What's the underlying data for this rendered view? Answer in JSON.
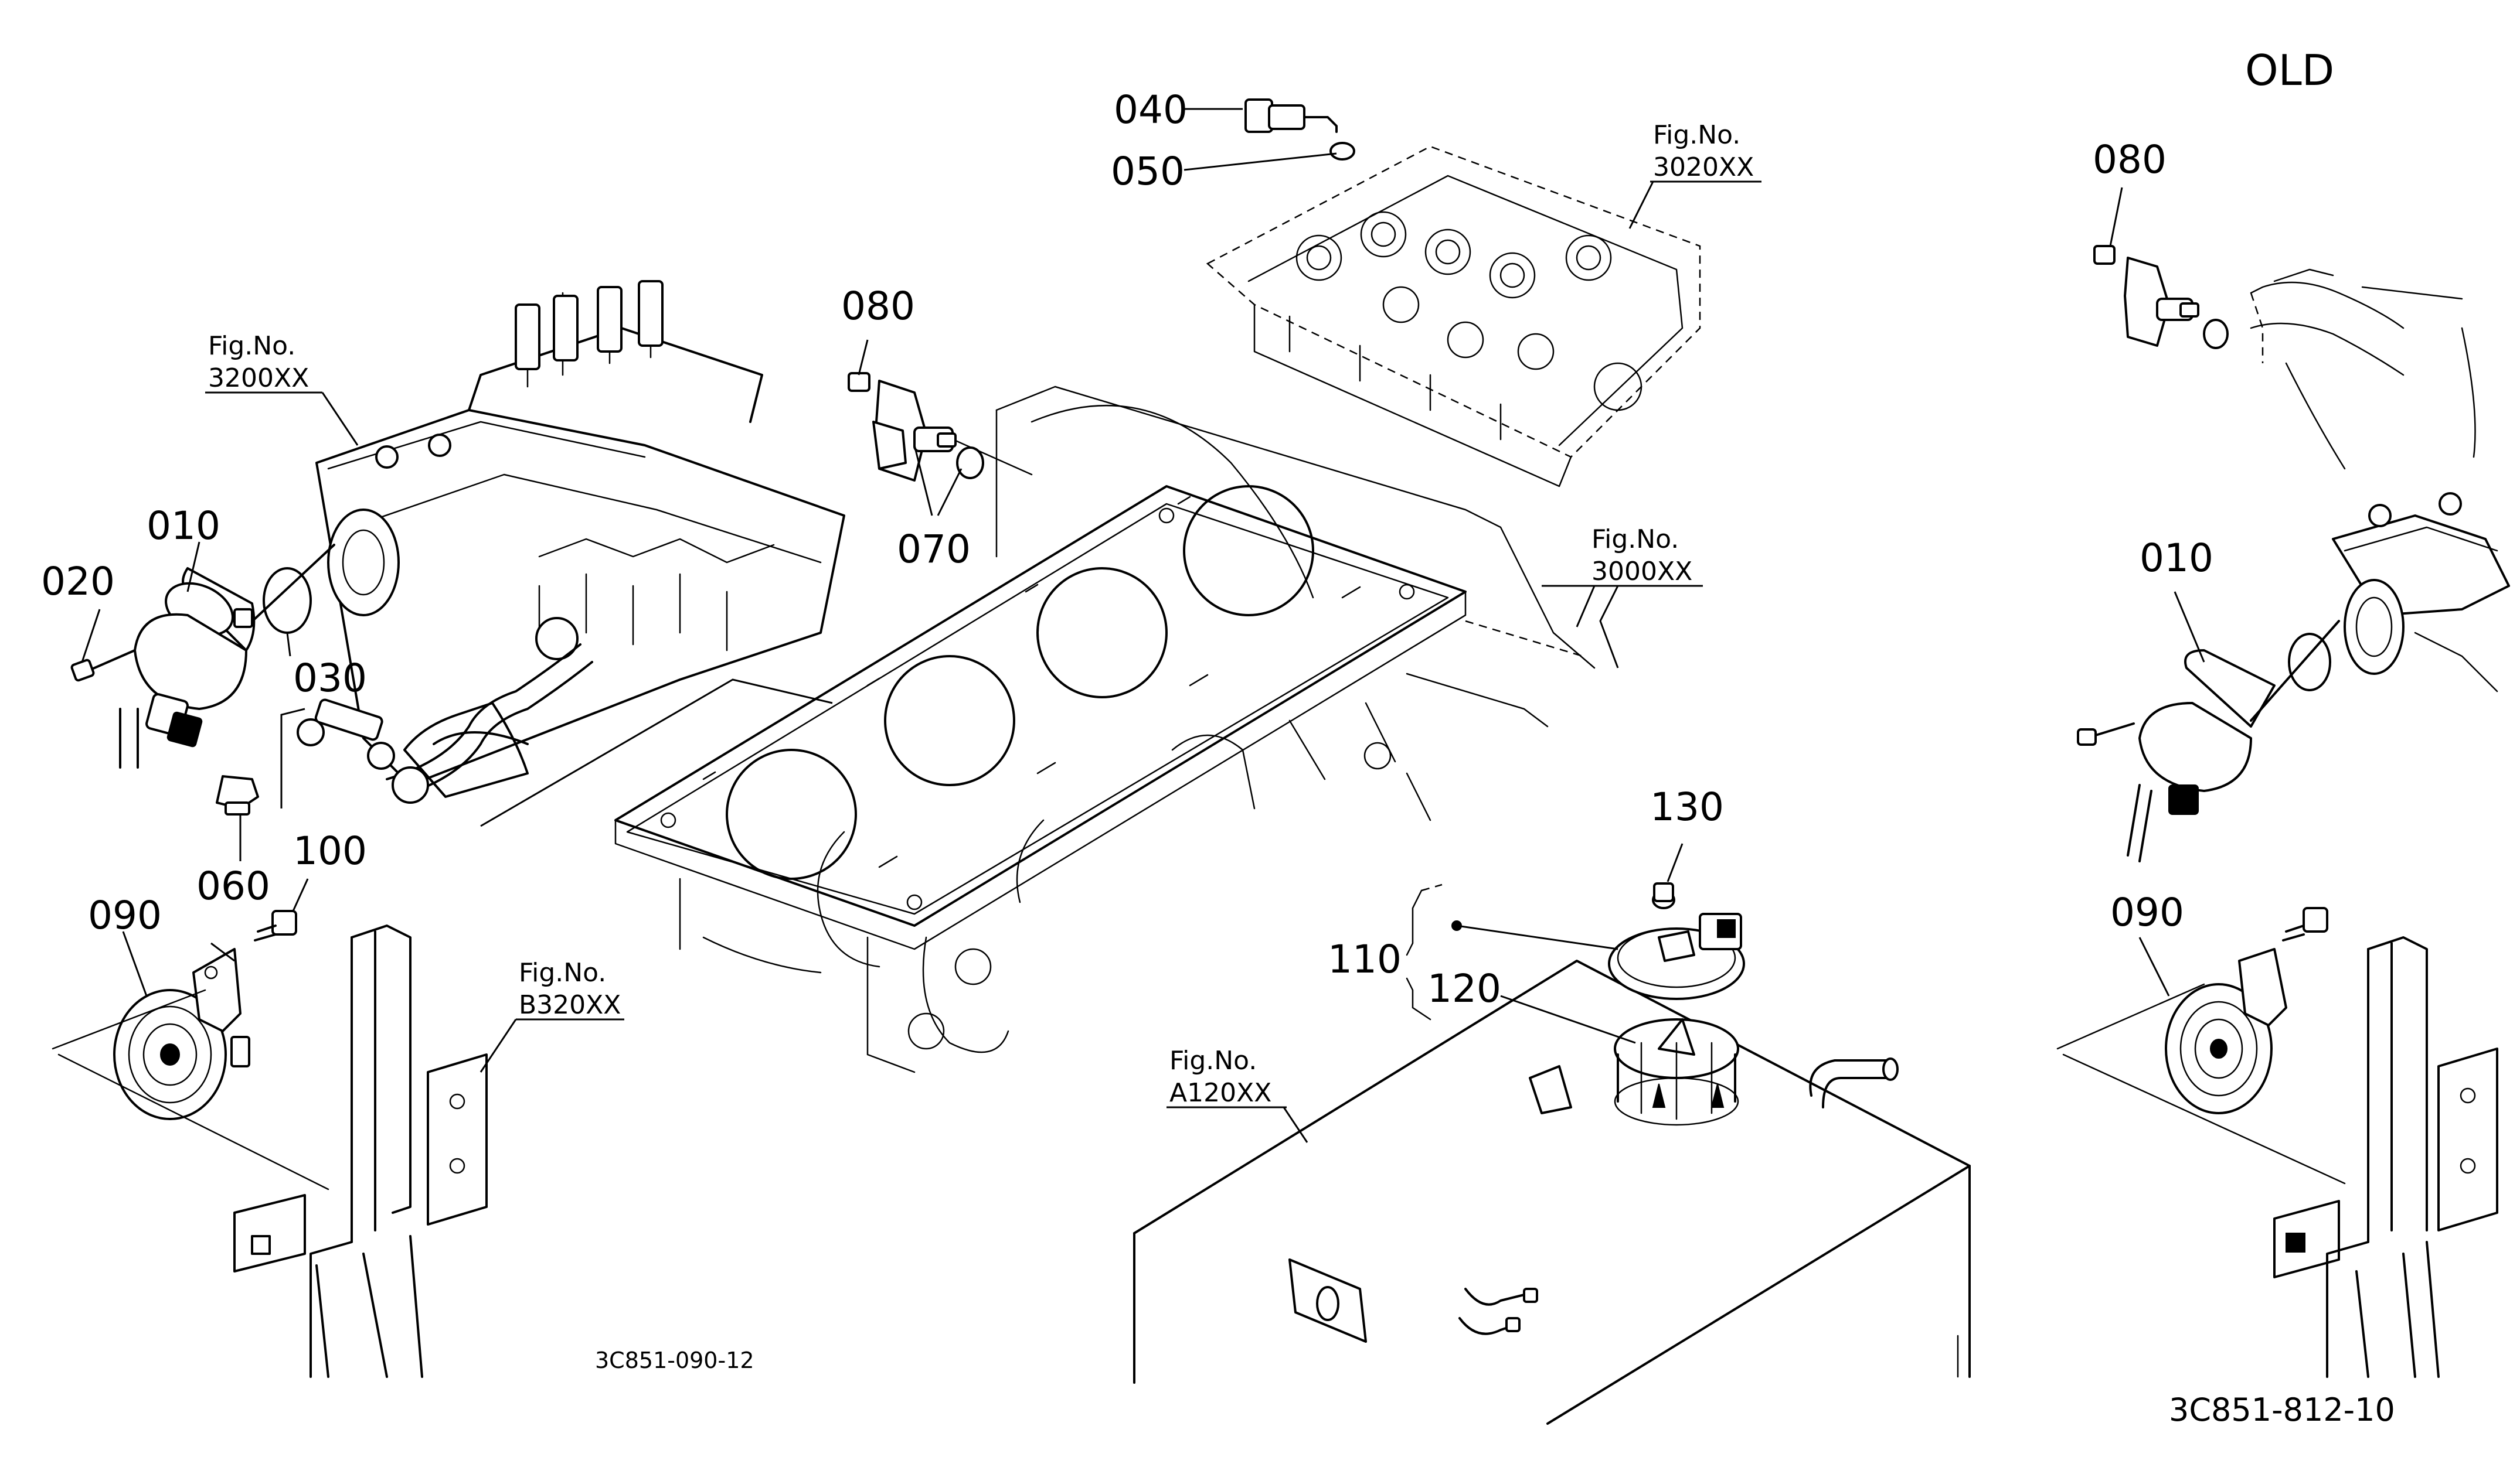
{
  "title": "OLD",
  "drawing_codes": {
    "current": "3C851-090-12",
    "old": "3C851-812-10"
  },
  "callouts": {
    "c010": "010",
    "c020": "020",
    "c030": "030",
    "c040": "040",
    "c050": "050",
    "c060": "060",
    "c070": "070",
    "c080": "080",
    "c090": "090",
    "c100": "100",
    "c110": "110",
    "c120": "120",
    "c130": "130",
    "old_c080": "080",
    "old_c010": "010",
    "old_c090": "090"
  },
  "fig_refs": {
    "f3200": {
      "label": "Fig.No.",
      "number": "3200XX"
    },
    "f3020": {
      "label": "Fig.No.",
      "number": "3020XX"
    },
    "f3000": {
      "label": "Fig.No.",
      "number": "3000XX"
    },
    "fB320": {
      "label": "Fig.No.",
      "number": "B320XX"
    },
    "fA120": {
      "label": "Fig.No.",
      "number": "A120XX"
    }
  }
}
